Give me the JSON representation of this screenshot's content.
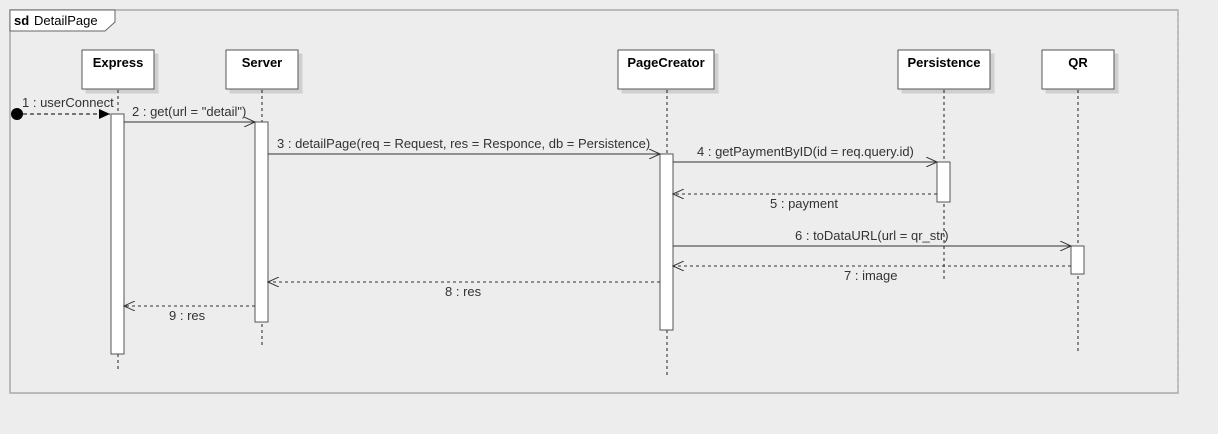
{
  "frame": {
    "keyword": "sd",
    "name": "DetailPage"
  },
  "lifelines": [
    {
      "id": "express",
      "name": "Express"
    },
    {
      "id": "server",
      "name": "Server"
    },
    {
      "id": "pagecreator",
      "name": "PageCreator"
    },
    {
      "id": "persistence",
      "name": "Persistence"
    },
    {
      "id": "qr",
      "name": "QR"
    }
  ],
  "messages": [
    {
      "id": "m1",
      "label": "1 : userConnect",
      "kind": "found"
    },
    {
      "id": "m2",
      "label": "2 : get(url = \"detail\")",
      "kind": "call"
    },
    {
      "id": "m3",
      "label": "3 : detailPage(req = Request, res = Responce, db = Persistence)",
      "kind": "call"
    },
    {
      "id": "m4",
      "label": "4 : getPaymentByID(id = req.query.id)",
      "kind": "call"
    },
    {
      "id": "m5",
      "label": "5 : payment",
      "kind": "return"
    },
    {
      "id": "m6",
      "label": "6 : toDataURL(url = qr_str)",
      "kind": "call"
    },
    {
      "id": "m7",
      "label": "7 : image",
      "kind": "return"
    },
    {
      "id": "m8",
      "label": "8 : res",
      "kind": "return"
    },
    {
      "id": "m9",
      "label": "9 : res",
      "kind": "return"
    }
  ]
}
